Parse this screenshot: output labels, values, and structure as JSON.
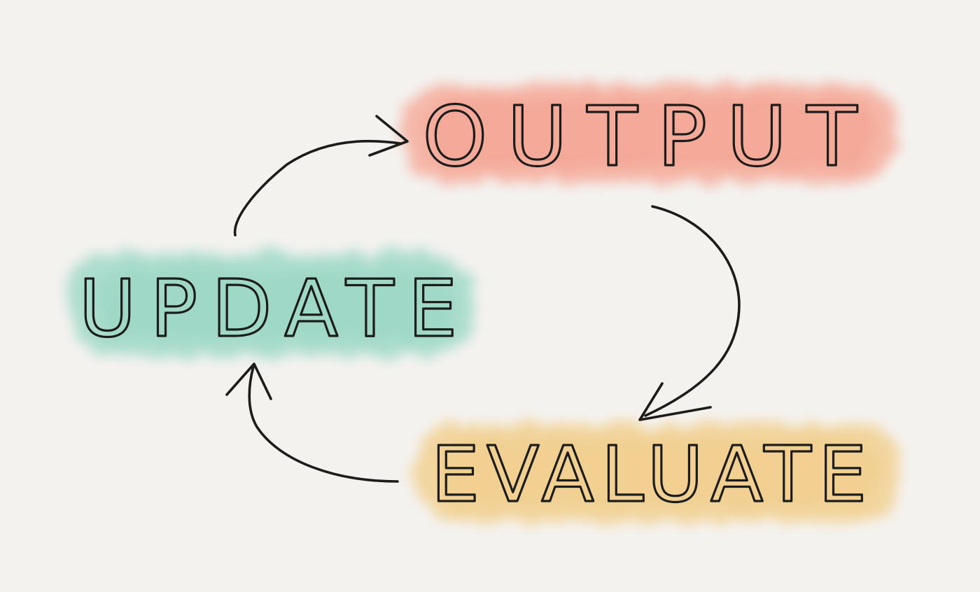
{
  "diagram": {
    "nodes": [
      {
        "id": "output",
        "label": "OUTPUT",
        "color": "#f6a795"
      },
      {
        "id": "evaluate",
        "label": "EVALUATE",
        "color": "#f2cf8e"
      },
      {
        "id": "update",
        "label": "UPDATE",
        "color": "#9ad8c6"
      }
    ],
    "edges": [
      {
        "from": "update",
        "to": "output"
      },
      {
        "from": "output",
        "to": "evaluate"
      },
      {
        "from": "evaluate",
        "to": "update"
      }
    ],
    "ink_color": "#1c1c1a",
    "background_color": "#f4f2ef"
  }
}
